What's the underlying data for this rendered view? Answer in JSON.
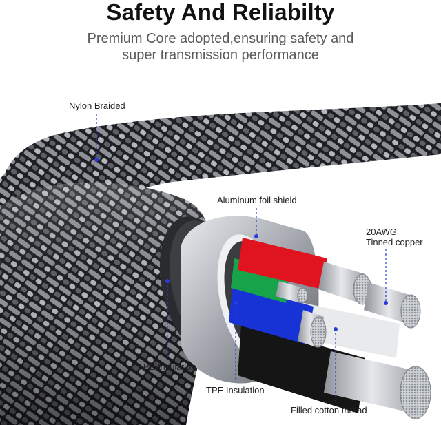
{
  "header": {
    "title": "Safety And Reliabilty",
    "subtitle_line1": "Premium Core adopted,ensuring safety and",
    "subtitle_line2": "super transmission performance"
  },
  "labels": {
    "nylon": "Nylon Braided",
    "foil": "Aluminum foil shield",
    "awg_line1": "20AWG",
    "awg_line2": "Tinned copper",
    "tpe_outer": "TPE Insulation",
    "tpe_inner": "TPE Insulation",
    "cotton": "Filled cotton thread"
  },
  "colors": {
    "leader_line": "#2b3bd8",
    "braid_dark": "#1e1f22",
    "braid_light": "#8d9096",
    "wire_red": "#e0141e",
    "wire_green": "#16a34a",
    "wire_blue": "#1733d6",
    "wire_black": "#151515",
    "copper_strand": "#c9ccd1",
    "shield_metal": "#a9adb3"
  }
}
